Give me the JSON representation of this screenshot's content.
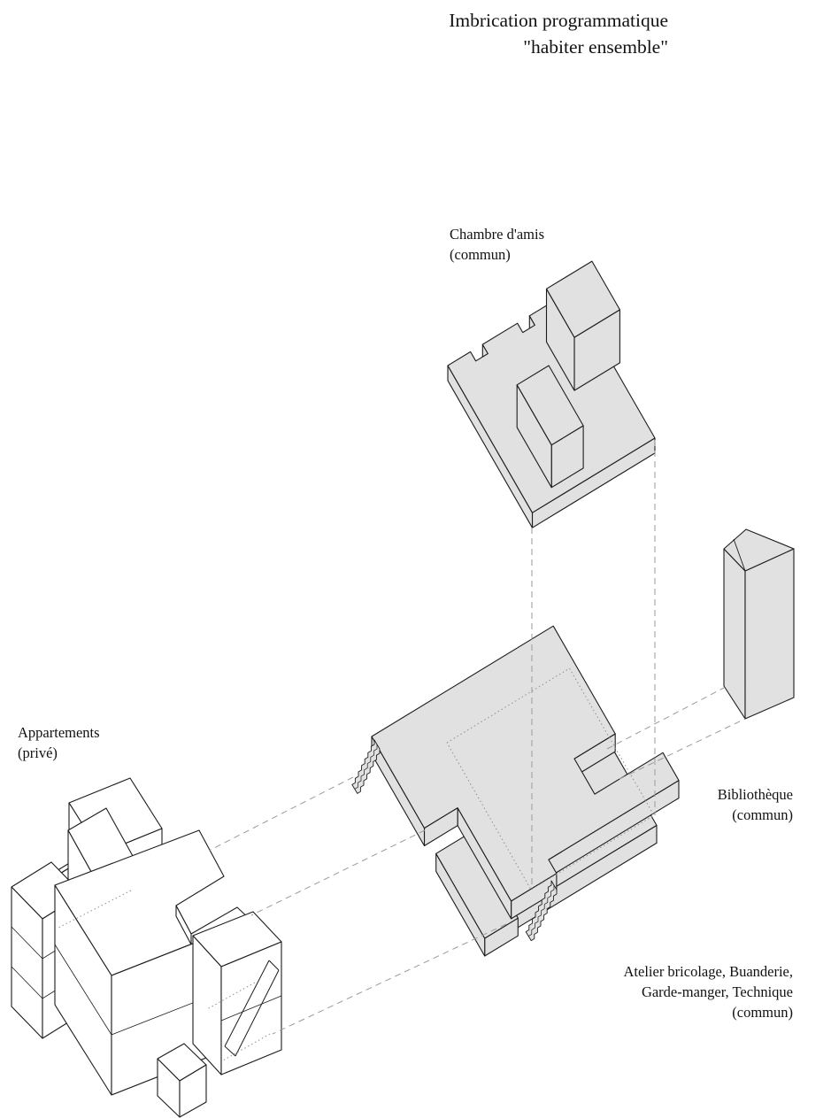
{
  "title": {
    "line1": "Imbrication programmatique",
    "line2": "\"habiter ensemble\""
  },
  "labels": {
    "chambre": {
      "name": "Chambre d'amis",
      "qualifier": "(commun)"
    },
    "appartements": {
      "name": "Appartements",
      "qualifier": "(privé)"
    },
    "bibliotheque": {
      "name": "Bibliothèque",
      "qualifier": "(commun)"
    },
    "atelier": {
      "line1": "Atelier bricolage, Buanderie,",
      "line2": "Garde-manger, Technique",
      "line3": "(commun)"
    }
  },
  "colors": {
    "background": "#ffffff",
    "volume_fill_common": "#e1e1e1",
    "volume_fill_private": "#ffffff",
    "outline": "#1c1c1c",
    "dashed_line": "#9a9a9a",
    "dotted_line": "#8f8f8f",
    "text": "#111111"
  }
}
